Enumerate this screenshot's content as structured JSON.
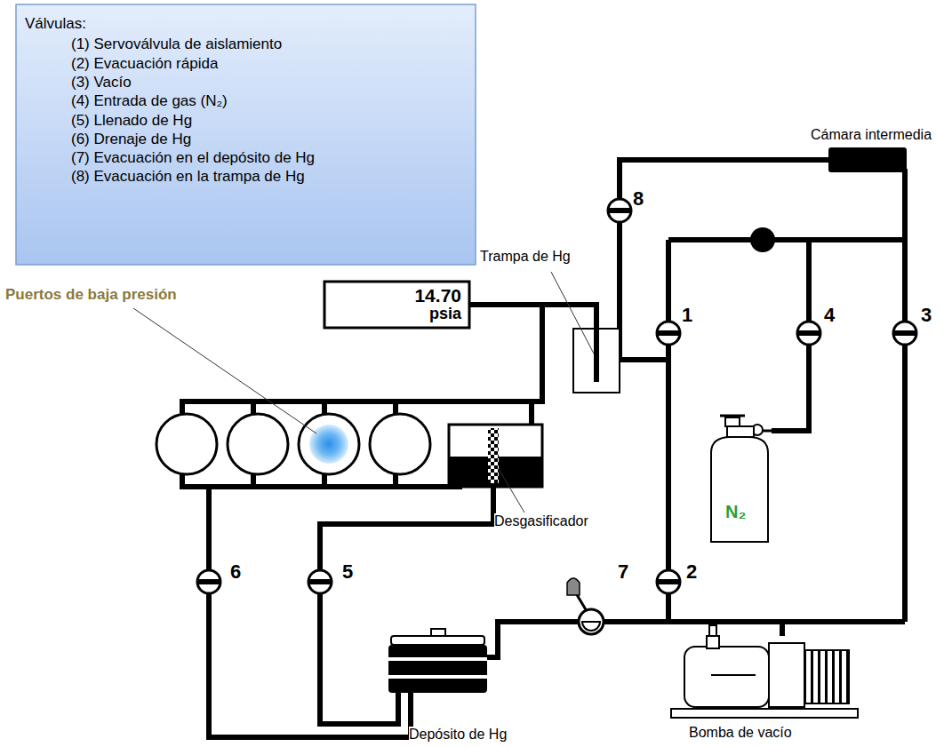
{
  "diagram": {
    "nodes": [
      {
        "text": [
          "Válvulas:",
          "(1) Servoválvula de aislamiento",
          "(2) Evacuación rápida",
          "(3) Vacío",
          "(4) Entrada de gas (N₂)",
          "(5) Llenado de Hg",
          "(6) Drenaje de Hg",
          "(7) Evacuación en el depósito de Hg",
          "(8) Evacuación en la trampa de Hg"
        ]
      },
      {
        "text": [
          "14.70",
          "psia"
        ]
      }
    ],
    "labels": [
      "Cámara intermedia",
      "8",
      "Trampa de Hg",
      "1",
      "4",
      "3",
      "Puertos de baja presión",
      "Desgasificador",
      "N₂",
      "6",
      "5",
      "7",
      "2",
      "Depósito de Hg",
      "Bomba de vacío"
    ]
  }
}
